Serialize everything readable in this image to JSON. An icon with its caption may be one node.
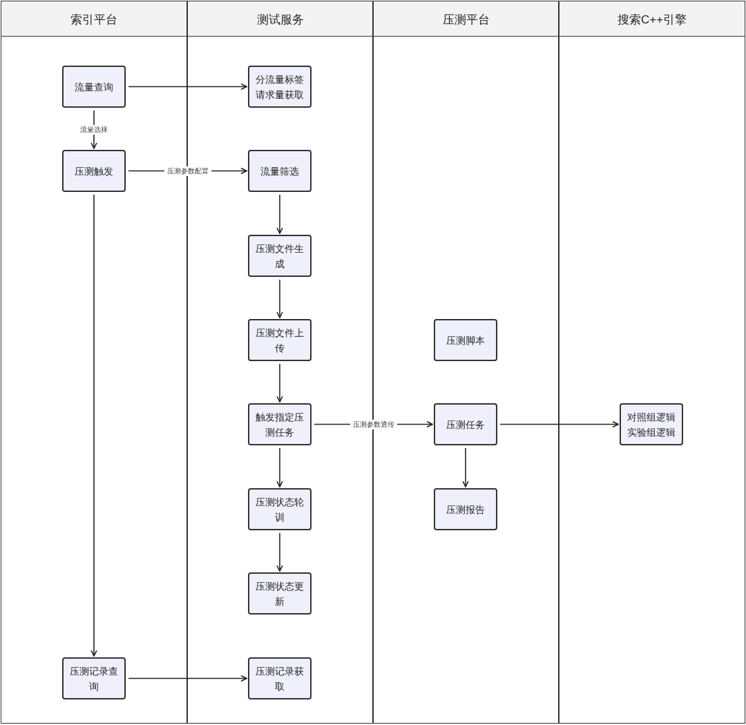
{
  "diagram": {
    "nodes": [
      {
        "text": [
          "索引平台"
        ]
      },
      {
        "text": [
          "测试服务"
        ]
      },
      {
        "text": [
          "压测平台"
        ]
      },
      {
        "text": [
          "搜索C++引擎"
        ]
      },
      {
        "text": [
          "流量查询"
        ],
        "in": 0
      },
      {
        "text": [
          "压测触发"
        ],
        "in": 0
      },
      {
        "text": [
          "压测记录查询"
        ],
        "in": 0
      },
      {
        "text": [
          "分流量标签请求量获取"
        ],
        "in": 1
      },
      {
        "text": [
          "流量筛选"
        ],
        "in": 1
      },
      {
        "text": [
          "压测文件生成"
        ],
        "in": 1
      },
      {
        "text": [
          "压测文件上传"
        ],
        "in": 1
      },
      {
        "text": [
          "触发指定压测任务"
        ],
        "in": 1
      },
      {
        "text": [
          "压测状态轮训"
        ],
        "in": 1
      },
      {
        "text": [
          "压测状态更新"
        ],
        "in": 1
      },
      {
        "text": [
          "压测记录获取"
        ],
        "in": 1
      },
      {
        "text": [
          "压测脚本"
        ],
        "in": 2
      },
      {
        "text": [
          "压测任务"
        ],
        "in": 2
      },
      {
        "text": [
          "压测报告"
        ],
        "in": 2
      },
      {
        "text": [
          "对照组逻辑",
          "实验组逻辑"
        ],
        "in": 3
      }
    ],
    "edges": [
      {
        "from": 4,
        "to": 7,
        "arrow": "to"
      },
      {
        "from": 4,
        "to": 5,
        "arrow": "to",
        "label": "流量选择"
      },
      {
        "from": 5,
        "to": 8,
        "arrow": "to",
        "label": "压测参数配置"
      },
      {
        "from": 5,
        "to": 6,
        "arrow": "to"
      },
      {
        "from": 8,
        "to": 9,
        "arrow": "to"
      },
      {
        "from": 9,
        "to": 10,
        "arrow": "to"
      },
      {
        "from": 10,
        "to": 11,
        "arrow": "to"
      },
      {
        "from": 11,
        "to": 16,
        "arrow": "to",
        "label": "压测参数透传"
      },
      {
        "from": 16,
        "to": 18,
        "arrow": "to"
      },
      {
        "from": 16,
        "to": 17,
        "arrow": "to"
      },
      {
        "from": 11,
        "to": 12,
        "arrow": "to"
      },
      {
        "from": 12,
        "to": 13,
        "arrow": "to"
      },
      {
        "from": 6,
        "to": 14,
        "arrow": "to"
      }
    ]
  }
}
